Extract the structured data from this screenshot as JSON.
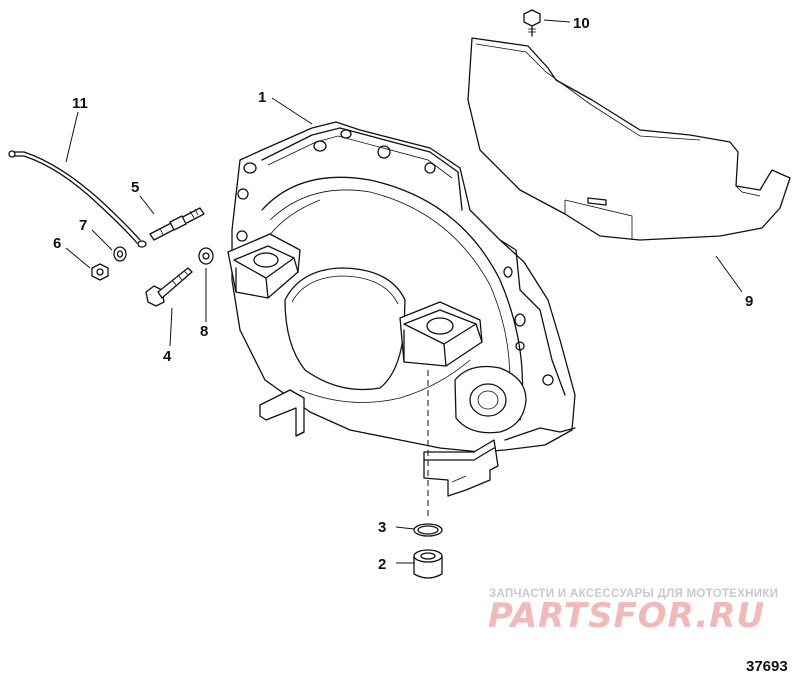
{
  "callouts": {
    "c1": "1",
    "c2": "2",
    "c3": "3",
    "c4": "4",
    "c5": "5",
    "c6": "6",
    "c7": "7",
    "c8": "8",
    "c9": "9",
    "c10": "10",
    "c11": "11"
  },
  "watermark": {
    "line": "ЗАПЧАСТИ И АКСЕССУАРЫ ДЛЯ МОТОТЕХНИКИ",
    "logo": "PARTSFOR.RU"
  },
  "figure_number": "37693"
}
